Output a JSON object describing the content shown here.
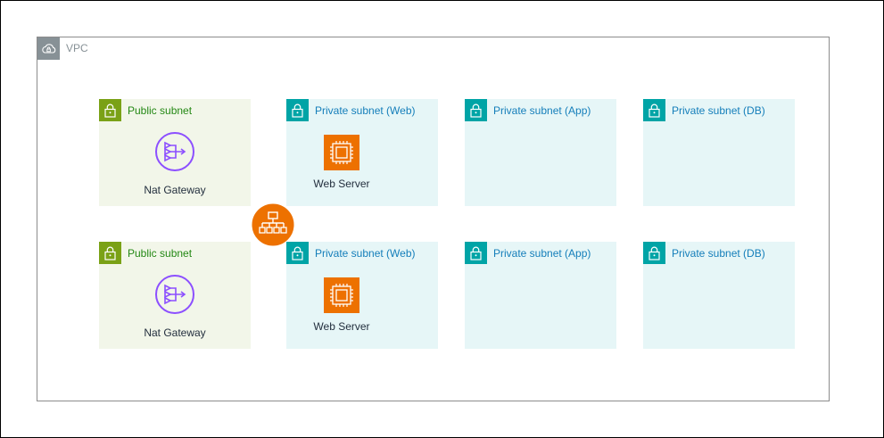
{
  "vpc": {
    "label": "VPC",
    "icon": "vpc-cloud-lock-icon"
  },
  "rows": [
    {
      "subnets": [
        {
          "type": "public",
          "title": "Public subnet",
          "icon": "lock-icon",
          "node": {
            "kind": "nat",
            "label": "Nat Gateway",
            "icon": "nat-gateway-icon"
          }
        },
        {
          "type": "private",
          "title": "Private subnet (Web)",
          "icon": "lock-icon",
          "node": {
            "kind": "ec2",
            "label": "Web Server",
            "icon": "ec2-instance-icon"
          }
        },
        {
          "type": "private",
          "title": "Private subnet (App)",
          "icon": "lock-icon"
        },
        {
          "type": "private",
          "title": "Private subnet (DB)",
          "icon": "lock-icon"
        }
      ]
    },
    {
      "subnets": [
        {
          "type": "public",
          "title": "Public subnet",
          "icon": "lock-icon",
          "node": {
            "kind": "nat",
            "label": "Nat Gateway",
            "icon": "nat-gateway-icon"
          }
        },
        {
          "type": "private",
          "title": "Private subnet (Web)",
          "icon": "lock-icon",
          "node": {
            "kind": "ec2",
            "label": "Web Server",
            "icon": "ec2-instance-icon"
          }
        },
        {
          "type": "private",
          "title": "Private subnet (App)",
          "icon": "lock-icon"
        },
        {
          "type": "private",
          "title": "Private subnet (DB)",
          "icon": "lock-icon"
        }
      ]
    }
  ],
  "load_balancer": {
    "icon": "load-balancer-icon"
  },
  "colors": {
    "public_bg": "#f2f6e9",
    "public_accent": "#7aa116",
    "public_text": "#248814",
    "private_bg": "#e6f6f7",
    "private_accent": "#00a4a6",
    "private_text": "#147eba",
    "nat": "#8c4fff",
    "ec2": "#ed7100",
    "vpc_gray": "#879196"
  }
}
